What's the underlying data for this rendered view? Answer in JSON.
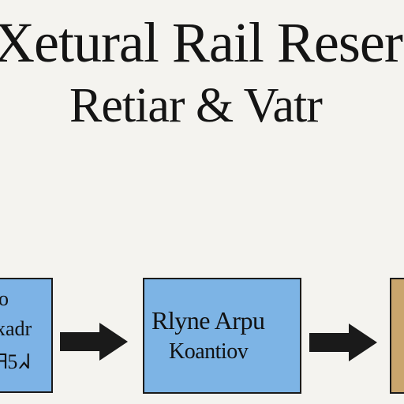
{
  "title": {
    "line1": "Xetural Rail Reser",
    "line2": "Retiar & Vatr"
  },
  "boxes": {
    "left": {
      "line1": "o",
      "line2": "xadr",
      "line3": "ᖷ5᠎ᖽ"
    },
    "center": {
      "line1": "Rlyne Arpu",
      "line2": "Koantiov"
    },
    "right": {}
  },
  "colors": {
    "background": "#f4f3ef",
    "box_blue": "#7db4e5",
    "box_tan": "#c9a56d",
    "arrow": "#1a1a1a",
    "text": "#141414"
  },
  "icons": {
    "arrow1": "right-arrow-icon",
    "arrow2": "right-arrow-icon"
  }
}
